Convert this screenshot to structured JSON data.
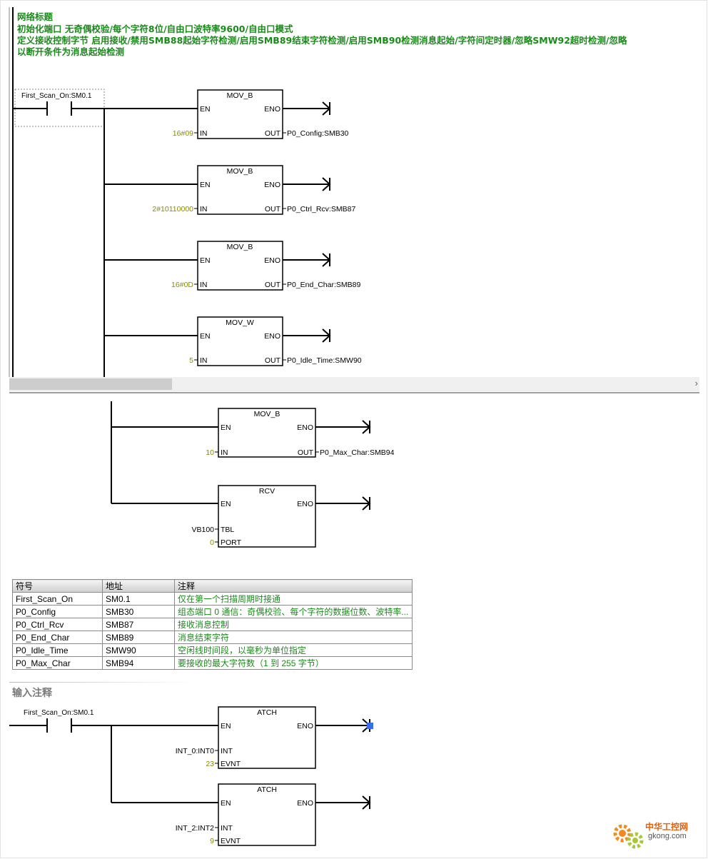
{
  "network": {
    "title": "网络标题",
    "comments": [
      "初始化端口 无奇偶校验/每个字符8位/自由口波特率9600/自由口模式",
      "定义接收控制字节   启用接收/禁用SMB88起始字符检测/启用SMB89结束字符检测/启用SMB90检测消息起始/字符间定时器/忽略SMW92超时检测/忽略",
      "以断开条件为消息起始检测"
    ]
  },
  "ladder1": {
    "contact": "First_Scan_On:SM0.1",
    "blocks": [
      {
        "name": "MOV_B",
        "en": "EN",
        "eno": "ENO",
        "in_label": "IN",
        "out_label": "OUT",
        "in_val": "16#09",
        "out_val": "P0_Config:SMB30"
      },
      {
        "name": "MOV_B",
        "en": "EN",
        "eno": "ENO",
        "in_label": "IN",
        "out_label": "OUT",
        "in_val": "2#10110000",
        "out_val": "P0_Ctrl_Rcv:SMB87"
      },
      {
        "name": "MOV_B",
        "en": "EN",
        "eno": "ENO",
        "in_label": "IN",
        "out_label": "OUT",
        "in_val": "16#0D",
        "out_val": "P0_End_Char:SMB89"
      },
      {
        "name": "MOV_W",
        "en": "EN",
        "eno": "ENO",
        "in_label": "IN",
        "out_label": "OUT",
        "in_val": "5",
        "out_val": "P0_Idle_Time:SMW90"
      }
    ]
  },
  "scroll": {
    "arrow": "›"
  },
  "ladder2": {
    "mov": {
      "name": "MOV_B",
      "en": "EN",
      "eno": "ENO",
      "in_label": "IN",
      "out_label": "OUT",
      "in_val": "10",
      "out_val": "P0_Max_Char:SMB94"
    },
    "rcv": {
      "name": "RCV",
      "en": "EN",
      "eno": "ENO",
      "tbl_label": "TBL",
      "port_label": "PORT",
      "tbl_val": "VB100",
      "port_val": "0"
    }
  },
  "symbols": {
    "headers": [
      "符号",
      "地址",
      "注释"
    ],
    "rows": [
      [
        "First_Scan_On",
        "SM0.1",
        "仅在第一个扫描周期时接通"
      ],
      [
        "P0_Config",
        "SMB30",
        "组态端口 0 通信：奇偶校验、每个字符的数据位数、波特率..."
      ],
      [
        "P0_Ctrl_Rcv",
        "SMB87",
        "接收消息控制"
      ],
      [
        "P0_End_Char",
        "SMB89",
        "消息结束字符"
      ],
      [
        "P0_Idle_Time",
        "SMW90",
        "空闲线时间段，以毫秒为单位指定"
      ],
      [
        "P0_Max_Char",
        "SMB94",
        "要接收的最大字符数（1 到 255 字节）"
      ]
    ]
  },
  "input_comment": "输入注释",
  "ladder3": {
    "contact": "First_Scan_On:SM0.1",
    "atch1": {
      "name": "ATCH",
      "en": "EN",
      "eno": "ENO",
      "int_label": "INT",
      "evnt_label": "EVNT",
      "int_val": "INT_0:INT0",
      "evnt_val": "23"
    },
    "atch2": {
      "name": "ATCH",
      "en": "EN",
      "eno": "ENO",
      "int_label": "INT",
      "evnt_label": "EVNT",
      "int_val": "INT_2:INT2",
      "evnt_val": "9"
    }
  },
  "watermark": {
    "title": "中华工控网",
    "sub": "gkong.com"
  },
  "colors": {
    "comment_green": "#1a8a1a",
    "value_olive": "#8a8a00",
    "line": "#000000",
    "selection_blue": "#3a6ee8"
  }
}
